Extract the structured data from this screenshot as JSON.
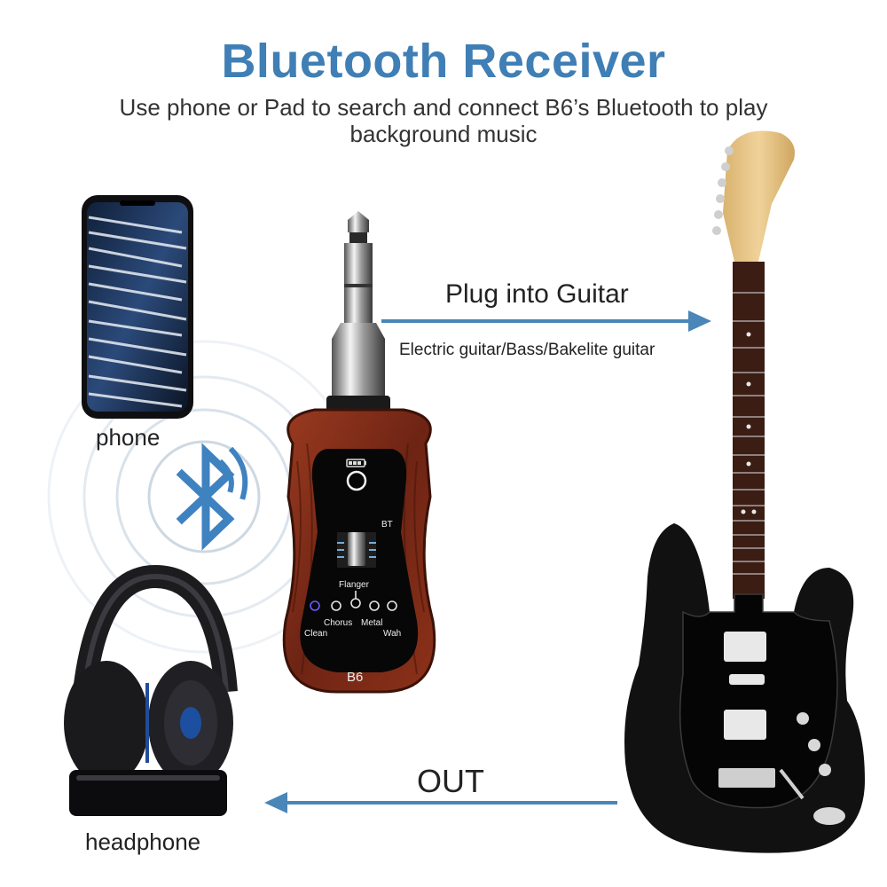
{
  "header": {
    "title": "Bluetooth Receiver",
    "subtitle": "Use phone or Pad to search and connect B6’s Bluetooth to play background music"
  },
  "labels": {
    "phone": "phone",
    "headphone": "headphone",
    "plug_into_guitar": "Plug into Guitar",
    "guitar_types": "Electric guitar/Bass/Bakelite guitar",
    "out": "OUT"
  },
  "device": {
    "model": "B6",
    "bt_label": "BT",
    "effects": [
      "Clean",
      "Chorus",
      "Flanger",
      "Metal",
      "Wah"
    ]
  },
  "colors": {
    "title": "#3f7fb5",
    "arrow": "#4a86b8",
    "bluetooth_symbol": "#3f82c0",
    "device_body": "#7a2a18",
    "guitar_body": "#111111",
    "guitar_neck": "#e9c78a"
  },
  "icons": [
    "bluetooth-signal-icon",
    "battery-icon",
    "power-icon"
  ]
}
